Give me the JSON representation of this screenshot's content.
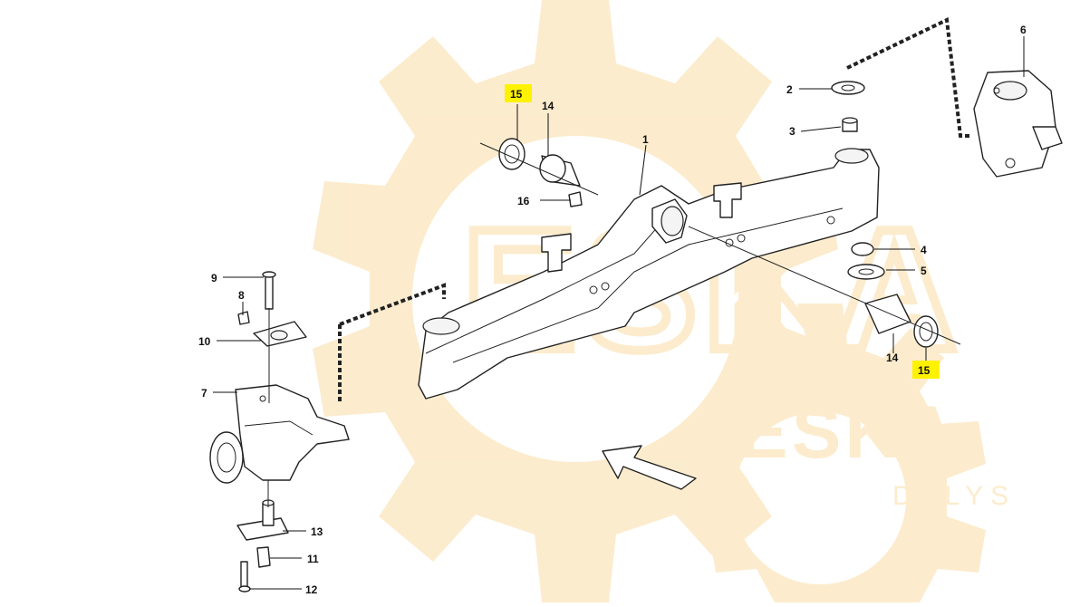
{
  "watermark": {
    "brand": "ESKA",
    "sub": "DALYS",
    "color": "#f6c66a"
  },
  "highlight_color": "#fff200",
  "callouts": [
    {
      "id": "c1",
      "text": "1"
    },
    {
      "id": "c2",
      "text": "2"
    },
    {
      "id": "c3",
      "text": "3"
    },
    {
      "id": "c4",
      "text": "4"
    },
    {
      "id": "c5",
      "text": "5"
    },
    {
      "id": "c6",
      "text": "6"
    },
    {
      "id": "c7",
      "text": "7"
    },
    {
      "id": "c8",
      "text": "8"
    },
    {
      "id": "c9",
      "text": "9"
    },
    {
      "id": "c10",
      "text": "10"
    },
    {
      "id": "c11",
      "text": "11"
    },
    {
      "id": "c12",
      "text": "12"
    },
    {
      "id": "c13",
      "text": "13"
    },
    {
      "id": "c14a",
      "text": "14"
    },
    {
      "id": "c14b",
      "text": "14"
    },
    {
      "id": "c15a",
      "text": "15",
      "highlight": true
    },
    {
      "id": "c15b",
      "text": "15",
      "highlight": true
    },
    {
      "id": "c16",
      "text": "16"
    }
  ]
}
